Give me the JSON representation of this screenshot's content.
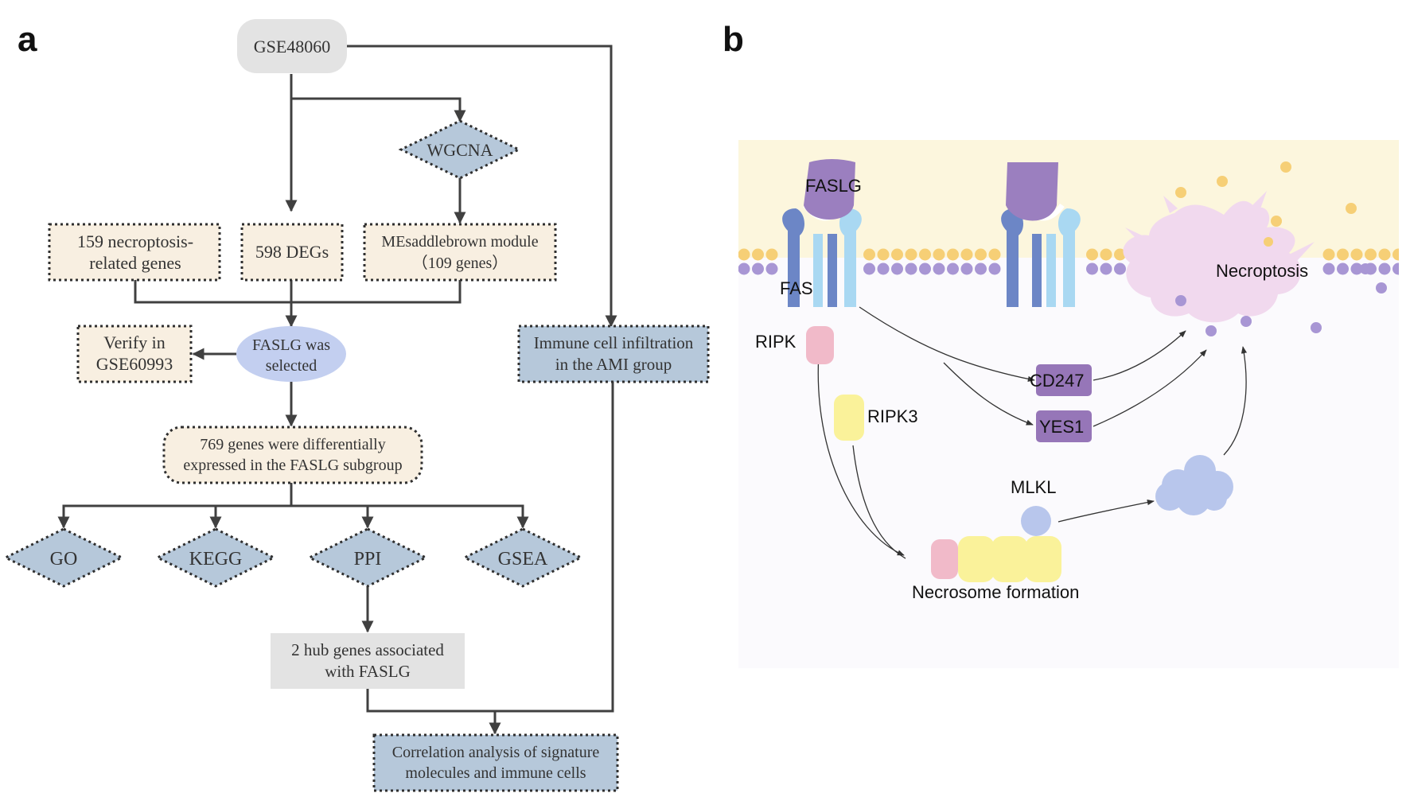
{
  "panel_a": {
    "label": "a",
    "nodes": {
      "source": "GSE48060",
      "wgcna": "WGCNA",
      "necro_1": "159 necroptosis-",
      "necro_2": "related genes",
      "degs": "598 DEGs",
      "module_1": "MEsaddlebrown module",
      "module_2": "（109 genes）",
      "verify_1": "Verify in",
      "verify_2": "GSE60993",
      "faslg_1": "FASLG was",
      "faslg_2": "selected",
      "immune_1": "Immune cell infiltration",
      "immune_2": "in the AMI group",
      "diff_1": "769 genes were differentially",
      "diff_2": "expressed in the FASLG subgroup",
      "go": "GO",
      "kegg": "KEGG",
      "ppi": "PPI",
      "gsea": "GSEA",
      "hub_1": "2 hub genes associated",
      "hub_2": "with FASLG",
      "corr_1": "Correlation analysis of signature",
      "corr_2": "molecules and immune cells"
    }
  },
  "panel_b": {
    "label": "b",
    "labels": {
      "faslg": "FASLG",
      "fas": "FAS",
      "ripk": "RIPK",
      "ripk3": "RIPK3",
      "cd247": "CD247",
      "yes1": "YES1",
      "mlkl": "MLKL",
      "necroptosis": "Necroptosis",
      "necrosome": "Necrosome formation"
    }
  },
  "colors": {
    "beige": "#f8efe1",
    "blue_box": "#b6c8da",
    "gray_box": "#e3e3e3",
    "oval": "#c3cff0",
    "membrane_top": "#f6cf76",
    "membrane_bottom": "#a896d4",
    "faslg_purple": "#9b7fbf",
    "fas_dark": "#6c86c6",
    "fas_light": "#a9d8f2",
    "ripk_pink": "#f1bac9",
    "ripk3_yellow": "#faf29a",
    "mlkl_blue": "#b8c6ec",
    "kinase_purple": "#9676b8",
    "necro_cell": "#f1d9ee"
  }
}
